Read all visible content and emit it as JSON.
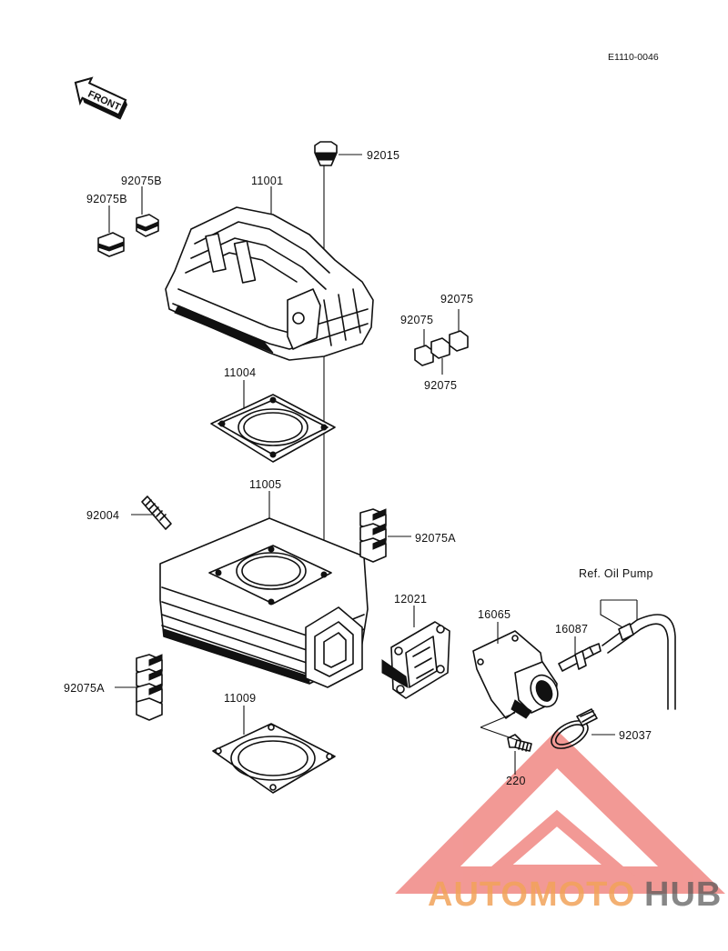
{
  "diagram_code": "E1110-0046",
  "front_marker": "FRONT",
  "parts": {
    "p92015": "92015",
    "p11001": "11001",
    "p92075B_a": "92075B",
    "p92075B_b": "92075B",
    "p92075_a": "92075",
    "p92075_b": "92075",
    "p92075_c": "92075",
    "p11004": "11004",
    "p11005": "11005",
    "p92004": "92004",
    "p92075A_a": "92075A",
    "p92075A_b": "92075A",
    "p12021": "12021",
    "p16065": "16065",
    "p16087": "16087",
    "p92037": "92037",
    "p220": "220",
    "p11009": "11009"
  },
  "ref_oil_pump": "Ref. Oil Pump",
  "watermark": {
    "word_part1": "AUTOMOTO",
    "word_part2": "HUB",
    "color_primary": "#e8463f",
    "color_secondary": "#f2a35a",
    "color_dark": "#555555"
  }
}
